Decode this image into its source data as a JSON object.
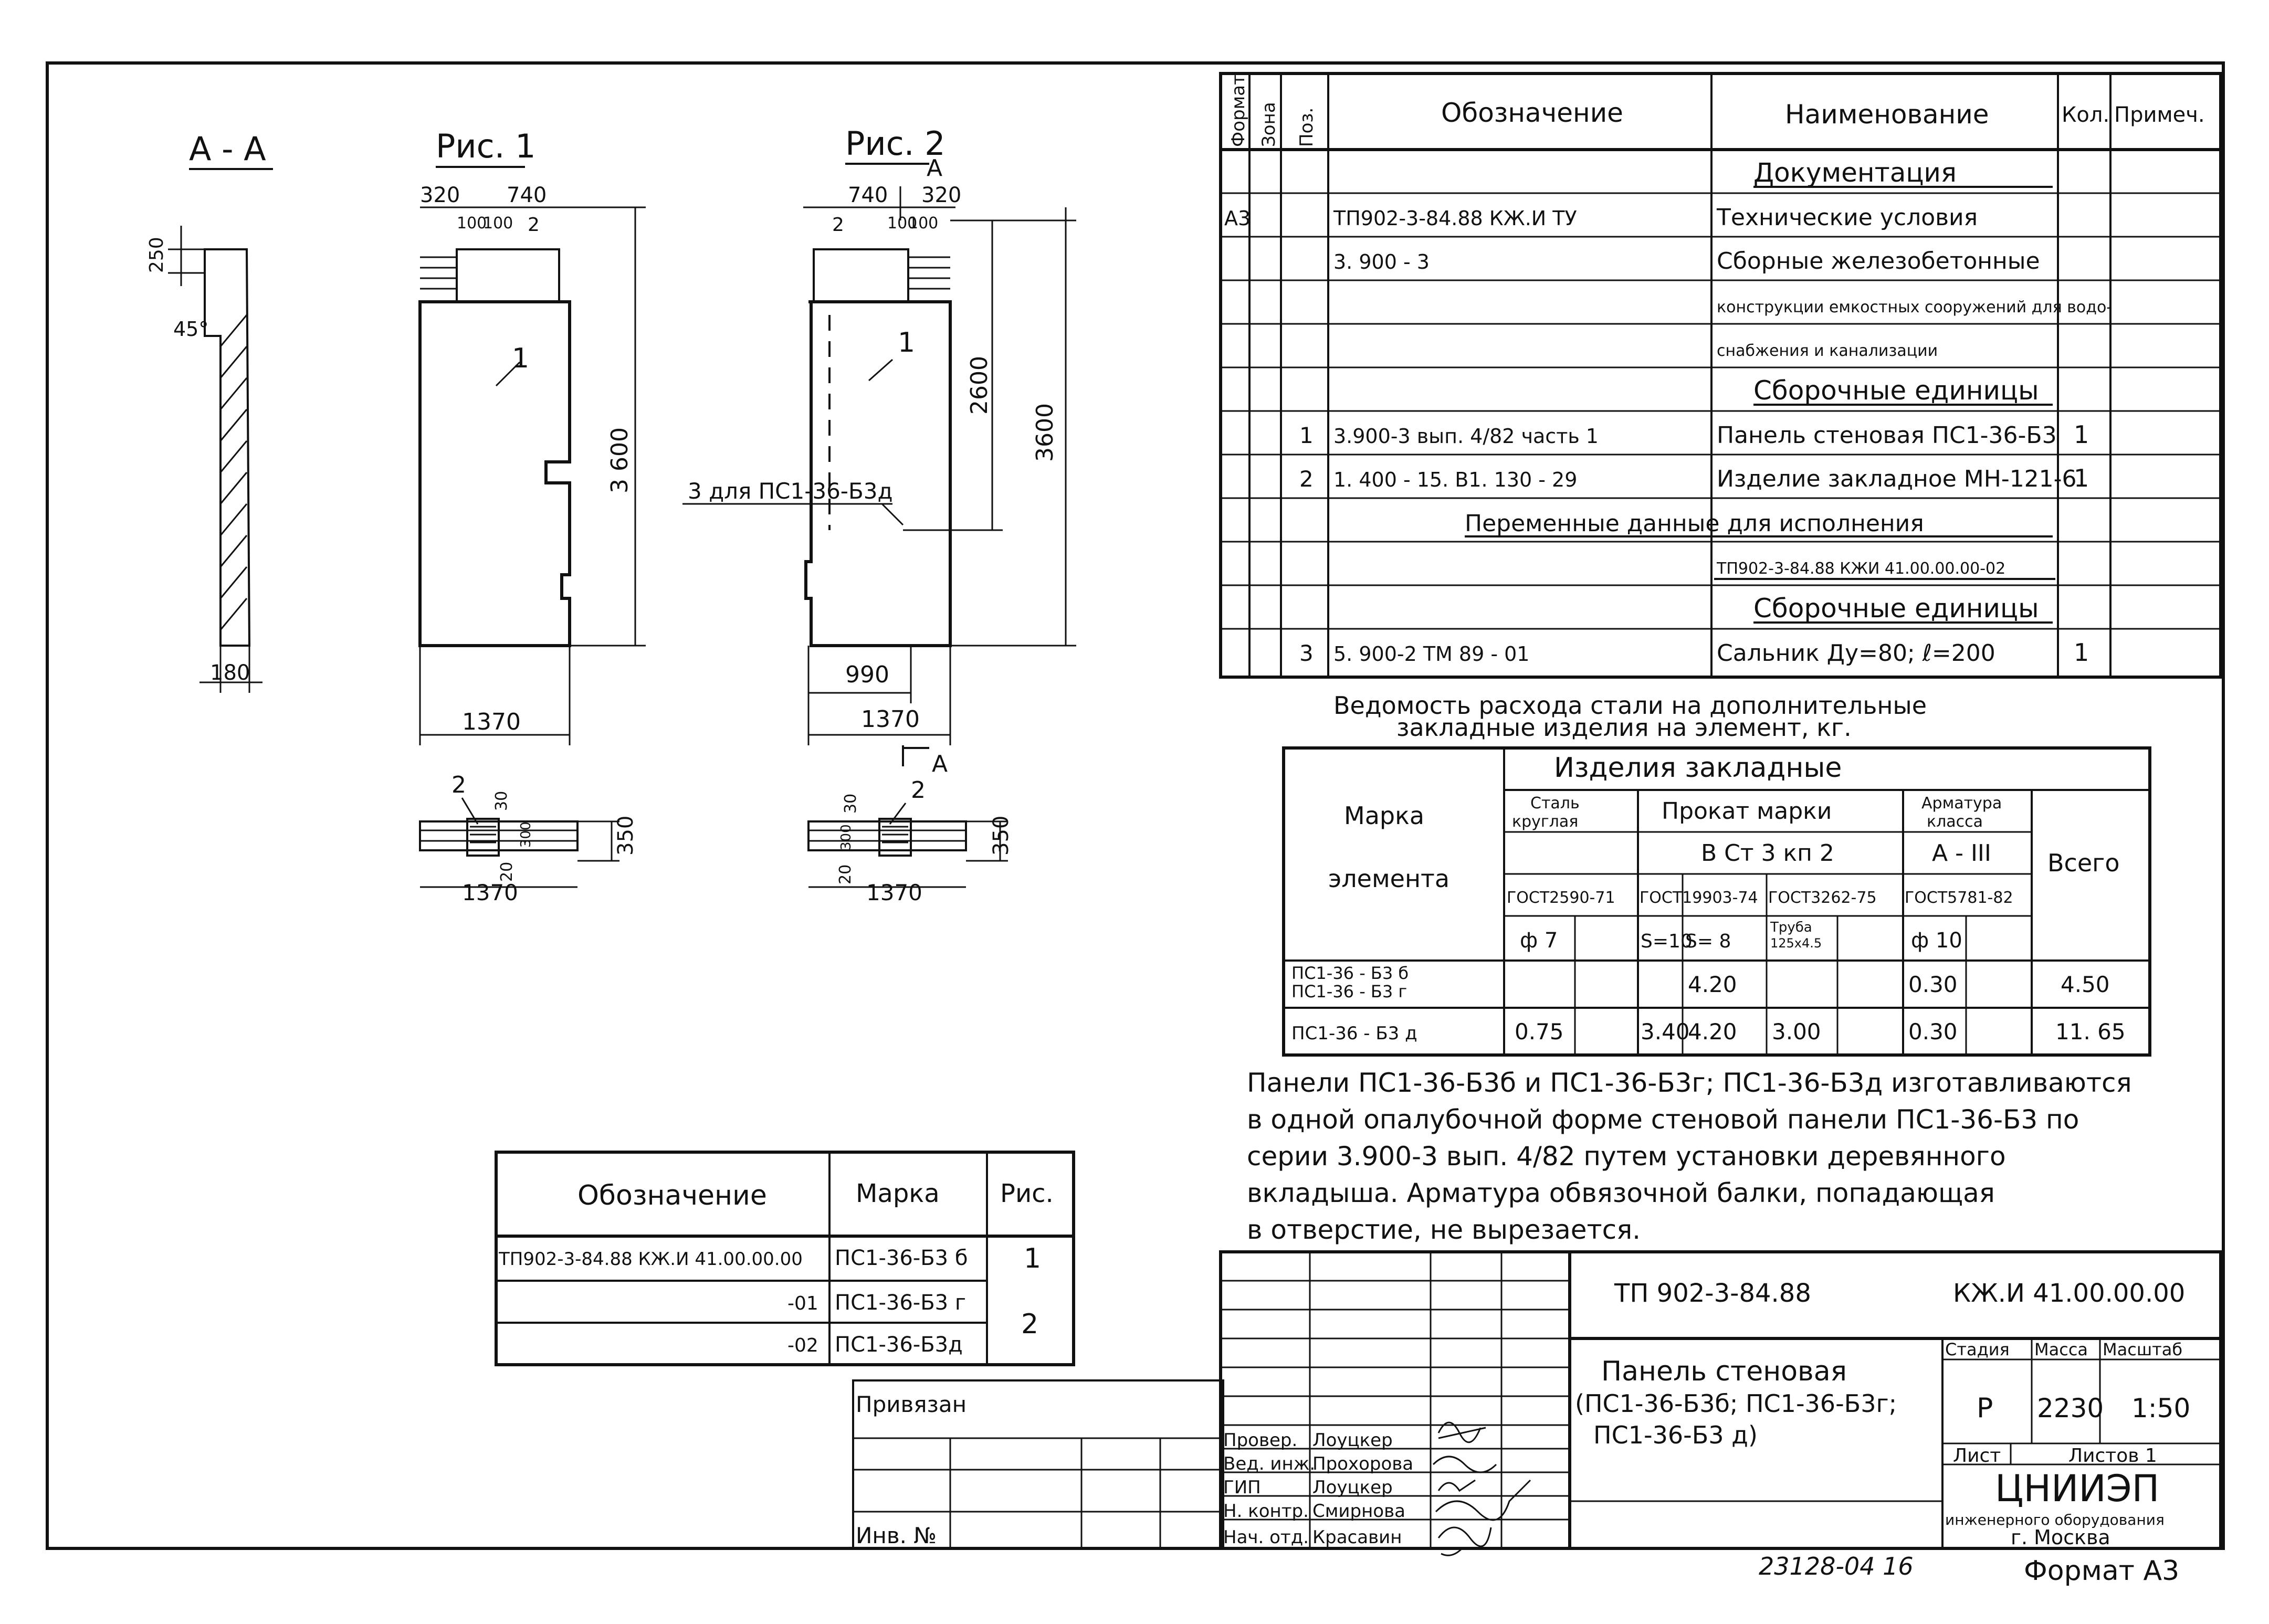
{
  "drawings": {
    "section_aa_label": "А - А",
    "fig1_label": "Рис. 1",
    "fig2_label": "Рис. 2",
    "sec_dim_250": "250",
    "sec_angle": "45°",
    "sec_dim_180": "180",
    "f1_dim_320": "320",
    "f1_dim_740": "740",
    "f1_dim_100a": "100",
    "f1_dim_100b": "100",
    "f1_pos2": "2",
    "f1_pos1": "1",
    "f1_dim_3600": "3 600",
    "f1_dim_1370": "1370",
    "f2_dim_740": "740",
    "f2_dim_320": "320",
    "f2_cut_a_top": "А",
    "f2_cut_a_bottom": "А",
    "f2_dim_100a": "100",
    "f2_dim_100b": "100",
    "f2_pos2": "2",
    "f2_pos1": "1",
    "f2_dim_2600": "2600",
    "f2_dim_3600": "3600",
    "f2_pos3_note": "3 для ПС1-36-Б3д",
    "f2_dim_990": "990",
    "f2_dim_1370": "1370",
    "p1_pos2": "2",
    "p1_dim_30": "30",
    "p1_dim_300": "300",
    "p1_dim_20": "20",
    "p1_dim_350": "350",
    "p1_dim_1370": "1370",
    "p2_pos2": "2",
    "p2_dim_30": "30",
    "p2_dim_300": "300",
    "p2_dim_20": "20",
    "p2_dim_350": "350",
    "p2_dim_1370": "1370"
  },
  "spec_table": {
    "headers": {
      "format": "Формат",
      "zone": "Зона",
      "pos": "Поз.",
      "designation": "Обозначение",
      "name": "Наименование",
      "qty": "Кол.",
      "note": "Примеч."
    },
    "rows": [
      {
        "format": "",
        "pos": "",
        "designation": "",
        "name": "Документация",
        "qty": "",
        "style": "section"
      },
      {
        "format": "А3",
        "pos": "",
        "designation": "ТП902-3-84.88        КЖ.И ТУ",
        "name": "Технические условия",
        "qty": "",
        "style": "item"
      },
      {
        "format": "",
        "pos": "",
        "designation": "3. 900 - 3",
        "name": "Сборные железобетонные",
        "qty": "",
        "style": "item"
      },
      {
        "format": "",
        "pos": "",
        "designation": "",
        "name": "конструкции емкостных сооружений для водо-",
        "qty": "",
        "style": "small"
      },
      {
        "format": "",
        "pos": "",
        "designation": "",
        "name": "снабжения и канализации",
        "qty": "",
        "style": "small"
      },
      {
        "format": "",
        "pos": "",
        "designation": "",
        "name": "Сборочные единицы",
        "qty": "",
        "style": "section"
      },
      {
        "format": "",
        "pos": "1",
        "designation": "3.900-3 вып. 4/82 часть 1",
        "name": "Панель стеновая ПС1-36-Б3",
        "qty": "1",
        "style": "item"
      },
      {
        "format": "",
        "pos": "2",
        "designation": "1. 400 - 15. В1. 130 - 29",
        "name": "Изделие закладное МН-121-6",
        "qty": "1",
        "style": "item"
      },
      {
        "format": "",
        "pos": "",
        "designation": "",
        "name": "",
        "qty": "",
        "style": "item"
      },
      {
        "format": "",
        "pos": "",
        "designation": "",
        "name": "ТП902-3-84.88 КЖИ 41.00.00.00-02",
        "qty": "",
        "style": "underlined"
      },
      {
        "format": "",
        "pos": "",
        "designation": "",
        "name": "Сборочные единицы",
        "qty": "",
        "style": "section"
      },
      {
        "format": "",
        "pos": "3",
        "designation": "5. 900-2    ТМ 89 - 01",
        "name": "Сальник  Ду=80; ℓ=200",
        "qty": "1",
        "style": "item"
      }
    ],
    "variable_data_caption": "Переменные данные для исполнения"
  },
  "steel_table": {
    "title_line1": "Ведомость расхода стали на дополнительные",
    "title_line2": "закладные изделия на элемент, кг.",
    "h_mark_line1": "Марка",
    "h_mark_line2": "элемента",
    "h_embedded": "Изделия   закладные",
    "h_round_line1": "Сталь",
    "h_round_line2": "круглая",
    "h_rolled": "Прокат   марки",
    "h_rebar_line1": "Арматура",
    "h_rebar_line2": "класса",
    "h_vst": "В Ст 3  кп 2",
    "h_aiii": "А - III",
    "h_total": "Всего",
    "h_gost1": "ГОСТ2590-71",
    "h_gost2": "ГОСТ19903-74",
    "h_gost3": "ГОСТ3262-75",
    "h_gost4": "ГОСТ5781-82",
    "h_d7": "ф 7",
    "h_s10": "S=10",
    "h_s8": "S= 8",
    "h_pipe_line1": "Труба",
    "h_pipe_line2": "125х4.5",
    "h_d10": "ф 10",
    "rows": [
      {
        "mark_line1": "ПС1-36 - Б3 б",
        "mark_line2": "ПС1-36 - Б3 г",
        "d7": "",
        "s10": "",
        "s8": "4.20",
        "pipe": "",
        "d10": "0.30",
        "total": "4.50"
      },
      {
        "mark_line1": "ПС1-36 - Б3 д",
        "mark_line2": "",
        "d7": "0.75",
        "s10": "3.40",
        "s8": "4.20",
        "pipe": "3.00",
        "d10": "0.30",
        "total": "11. 65"
      }
    ]
  },
  "note": {
    "line1": "Панели ПС1-36-Б3б и ПС1-36-Б3г; ПС1-36-Б3д изготавливаются",
    "line2": "в одной опалубочной форме стеновой панели ПС1-36-Б3 по",
    "line3": "серии 3.900-3 вып. 4/82 путем установки деревянного",
    "line4": "вкладыша. Арматура обвязочной балки, попадающая",
    "line5": "в отверстие, не вырезается."
  },
  "variants_table": {
    "h_designation": "Обозначение",
    "h_mark": "Марка",
    "h_fig": "Рис.",
    "rows": [
      {
        "designation": "ТП902-3-84.88      КЖ.И 41.00.00.00",
        "mark": "ПС1-36-Б3 б",
        "fig": "1"
      },
      {
        "designation": "-01",
        "mark": "ПС1-36-Б3 г",
        "fig": "2"
      },
      {
        "designation": "-02",
        "mark": "ПС1-36-Б3д",
        "fig": ""
      }
    ]
  },
  "binding": {
    "label": "Привязан",
    "inv_label": "Инв. №"
  },
  "title_block": {
    "doc_code": "ТП 902-3-84.88",
    "doc_number": "КЖ.И  41.00.00.00",
    "title_line1": "Панель  стеновая",
    "title_line2": "(ПС1-36-Б3б; ПС1-36-Б3г;",
    "title_line3": "ПС1-36-Б3 д)",
    "h_stage": "Стадия",
    "h_mass": "Масса",
    "h_scale": "Масштаб",
    "stage": "Р",
    "mass": "2230",
    "scale": "1:50",
    "sheet_label": "Лист",
    "sheets_label": "Листов 1",
    "org_name": "ЦНИИЭП",
    "org_line2": "инженерного оборудования",
    "org_city": "г. Москва",
    "signers": [
      {
        "role": "Провер.",
        "name": "Лоуцкер"
      },
      {
        "role": "Вед. инж.",
        "name": "Прохорова"
      },
      {
        "role": "ГИП",
        "name": "Лоуцкер"
      },
      {
        "role": "Н. контр.",
        "name": "Смирнова"
      },
      {
        "role": "Нач. отд.",
        "name": "Красавин"
      }
    ]
  },
  "footer": {
    "archive_no": "23128-04   16",
    "format": "Формат А3"
  }
}
